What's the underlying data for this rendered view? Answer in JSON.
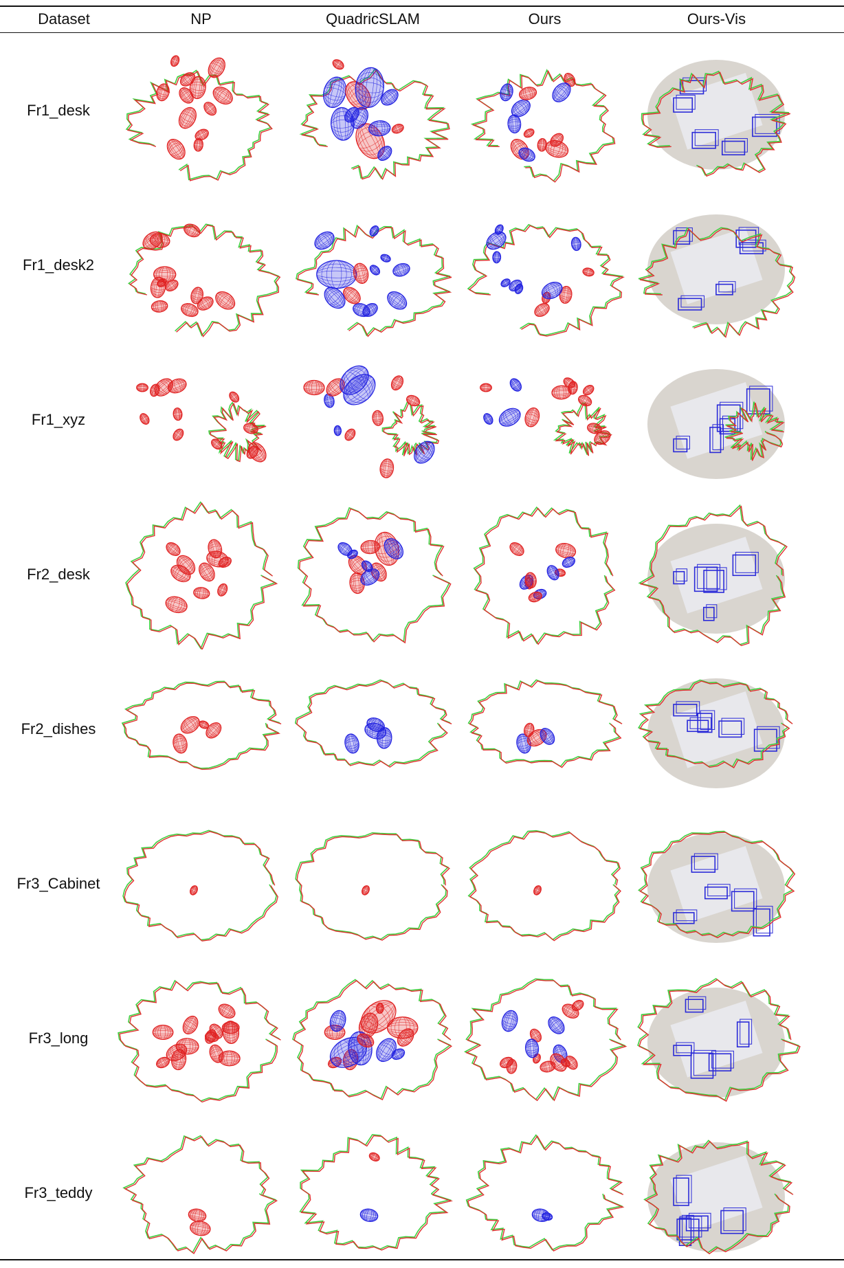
{
  "table": {
    "columns": [
      "Dataset",
      "NP",
      "QuadricSLAM",
      "Ours",
      "Ours-Vis"
    ],
    "rows": [
      {
        "dataset": "Fr1_desk"
      },
      {
        "dataset": "Fr1_desk2"
      },
      {
        "dataset": "Fr1_xyz"
      },
      {
        "dataset": "Fr2_desk"
      },
      {
        "dataset": "Fr2_dishes"
      },
      {
        "dataset": "Fr3_Cabinet"
      },
      {
        "dataset": "Fr3_long"
      },
      {
        "dataset": "Fr3_teddy"
      }
    ]
  },
  "colors": {
    "trajectory_estimated": "#e03030",
    "trajectory_groundtruth": "#3fcf3f",
    "quadric_np": "#e02020",
    "quadric_other": "#2020e0",
    "bbox": "#2a2ad8",
    "pointcloud": "#b9b2a8"
  }
}
